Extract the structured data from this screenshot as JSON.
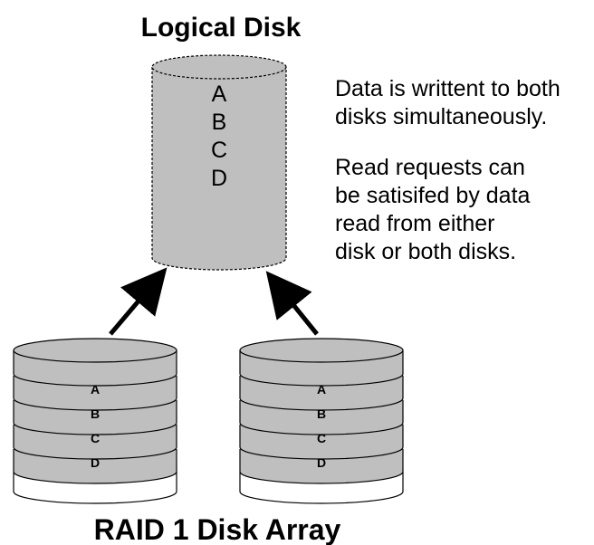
{
  "title_top": "Logical Disk",
  "title_bottom": "RAID 1 Disk Array",
  "logical_disk": {
    "blocks": [
      "A",
      "B",
      "C",
      "D"
    ]
  },
  "disks": [
    {
      "blocks": [
        "A",
        "B",
        "C",
        "D"
      ]
    },
    {
      "blocks": [
        "A",
        "B",
        "C",
        "D"
      ]
    }
  ],
  "description": {
    "para1": [
      "Data is writtent to both",
      "disks simultaneously."
    ],
    "para2": [
      "Read requests can",
      "be satisifed by data",
      "read from either",
      "disk or both disks."
    ]
  },
  "colors": {
    "disk_fill": "#bfbfbf",
    "outline": "#000000",
    "base_fill": "#ffffff"
  }
}
